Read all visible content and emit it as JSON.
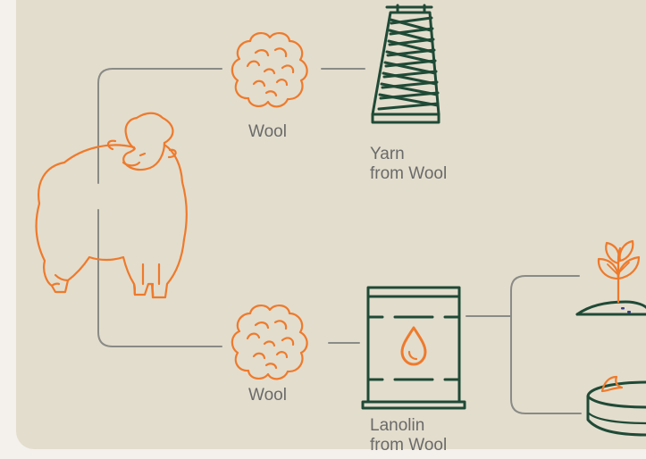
{
  "labels": {
    "wool_top": "Wool",
    "wool_bottom": "Wool",
    "yarn": {
      "line1": "Yarn",
      "line2": "from Wool"
    },
    "lanolin": {
      "line1": "Lanolin",
      "line2": "from Wool"
    }
  },
  "colors": {
    "background": "#f4f1ec",
    "panel": "#e3ddcd",
    "orange": "#ee7a2c",
    "green": "#1f4a36",
    "connector": "#8a8a86",
    "text": "#6a6a6a",
    "soil_dot": "#3a3f8a"
  },
  "icons": [
    "sheep-icon",
    "wool-icon",
    "yarn-spool-icon",
    "lanolin-barrel-icon",
    "plant-icon",
    "cream-jar-icon"
  ]
}
